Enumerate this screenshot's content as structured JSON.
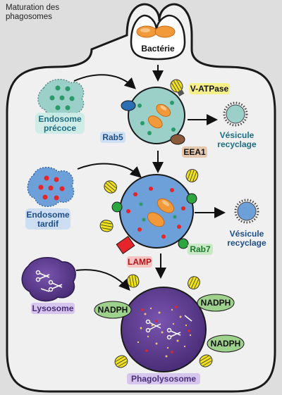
{
  "title": {
    "line1": "Maturation des",
    "line2": "phagosomes"
  },
  "labels": {
    "bacterie": "Bactérie",
    "endosome_precoce": {
      "line1": "Endosome",
      "line2": "précoce"
    },
    "endosome_tardif": {
      "line1": "Endosome",
      "line2": "tardif"
    },
    "lysosome": "Lysosome",
    "rab5": "Rab5",
    "rab7": "Rab7",
    "v_atpase": "V-ATPase",
    "eea1": "EEA1",
    "lamp": "LAMP",
    "nadph": "NADPH",
    "vesicule_recyclage": {
      "line1": "Vésicule",
      "line2": "recyclage"
    },
    "phagolysosome": "Phagolysosome"
  },
  "colors": {
    "background": "#dedede",
    "cell_fill": "#f0f0f0",
    "early_endosome": "#9ad0c8",
    "late_endosome": "#6d9fd8",
    "lysosome": "#5b3a8c",
    "bacteria": "#f29a3a",
    "v_atpase": "#f2e21a",
    "rab5": "#2b6fb3",
    "rab7": "#2ea63f",
    "eea1": "#8a5a3b",
    "lamp": "#e5252a",
    "nadph": "#9ed18c"
  }
}
